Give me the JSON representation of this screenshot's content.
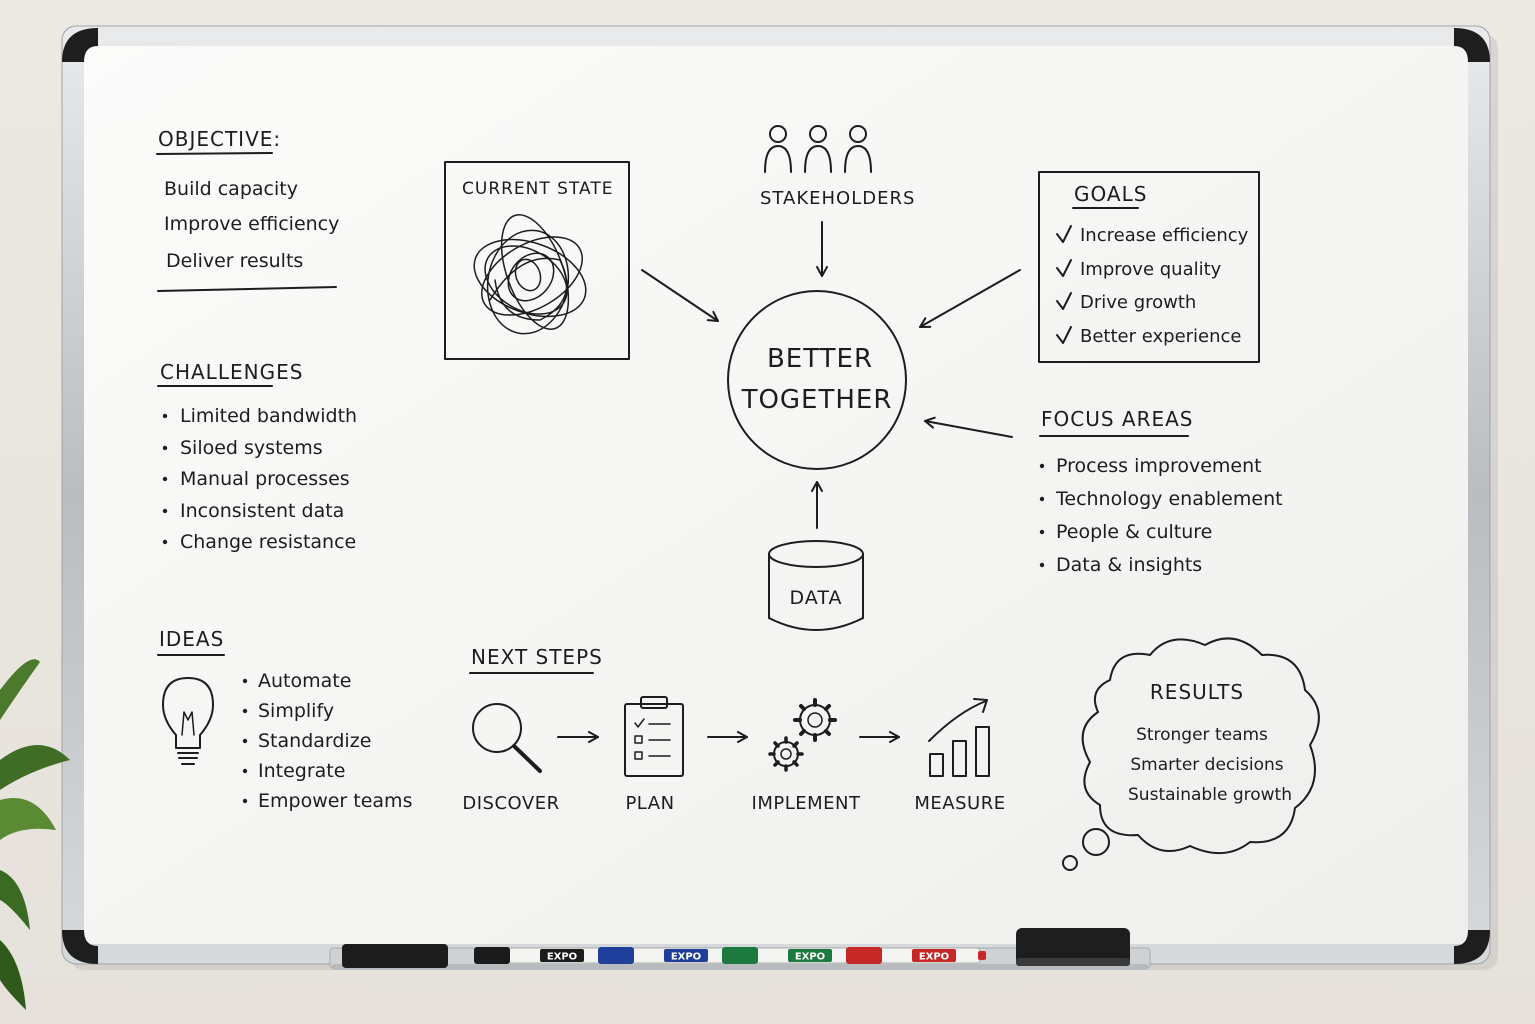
{
  "objective": {
    "title": "OBJECTIVE:",
    "items": [
      "Build capacity",
      "Improve efficiency",
      "Deliver results"
    ]
  },
  "challenges": {
    "title": "CHALLENGES",
    "items": [
      "Limited bandwidth",
      "Siloed systems",
      "Manual processes",
      "Inconsistent data",
      "Change resistance"
    ]
  },
  "ideas": {
    "title": "IDEAS",
    "items": [
      "Automate",
      "Simplify",
      "Standardize",
      "Integrate",
      "Empower teams"
    ]
  },
  "current_state": {
    "title": "CURRENT STATE"
  },
  "stakeholders": {
    "label": "STAKEHOLDERS"
  },
  "center": {
    "line1": "BETTER",
    "line2": "TOGETHER"
  },
  "data_node": {
    "label": "DATA"
  },
  "goals": {
    "title": "GOALS",
    "items": [
      "Increase efficiency",
      "Improve quality",
      "Drive growth",
      "Better experience"
    ]
  },
  "focus_areas": {
    "title": "FOCUS AREAS",
    "items": [
      "Process improvement",
      "Technology enablement",
      "People & culture",
      "Data & insights"
    ]
  },
  "next_steps": {
    "title": "NEXT STEPS",
    "steps": [
      {
        "label": "DISCOVER",
        "icon": "magnifier-icon"
      },
      {
        "label": "PLAN",
        "icon": "clipboard-icon"
      },
      {
        "label": "IMPLEMENT",
        "icon": "gears-icon"
      },
      {
        "label": "MEASURE",
        "icon": "bar-chart-icon"
      }
    ]
  },
  "results": {
    "title": "RESULTS",
    "items": [
      "Stronger teams",
      "Smarter decisions",
      "Sustainable growth"
    ]
  },
  "markers": [
    {
      "brand": "EXPO",
      "color": "#1b1b1b"
    },
    {
      "brand": "EXPO",
      "color": "#1f3f9a"
    },
    {
      "brand": "EXPO",
      "color": "#1d7a3e"
    },
    {
      "brand": "EXPO",
      "color": "#c62828"
    }
  ],
  "colors": {
    "wall": "#e9e6e0",
    "board": "#f7f7f5",
    "frame": "#c9ccce",
    "ink": "#1d1d1f"
  }
}
